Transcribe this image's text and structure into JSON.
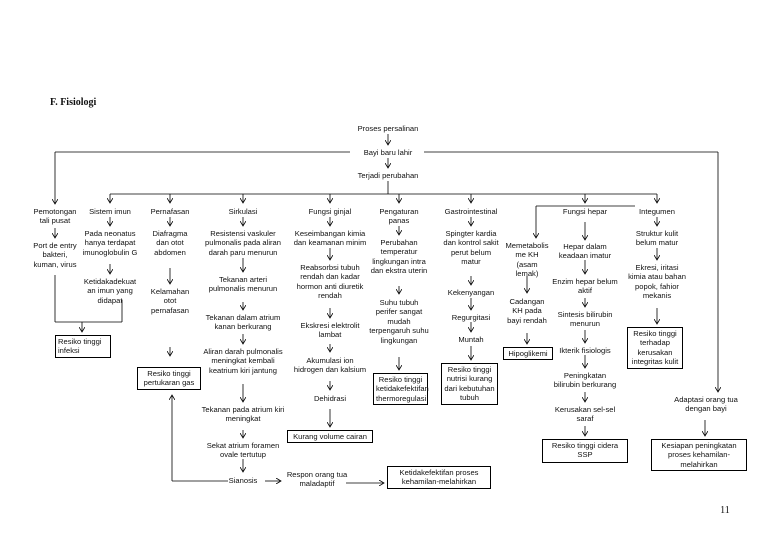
{
  "heading": "F.  Fisiologi",
  "page_number": "11",
  "flow": {
    "proses": "Proses persalinan",
    "bayi_lahir": "Bayi baru lahir",
    "terjadi": "Terjadi perubahan"
  },
  "branch_titles": {
    "tali_pusat": "Pemotongan\ntali pusat",
    "imun": "Sistem imun",
    "pernafasan": "Pernafasan",
    "sirkulasi": "Sirkulasi",
    "ginjal": "Fungsi ginjal",
    "suhu": "Pengaturan\npanas",
    "gastro": "Gastrointestinal",
    "hepar": "Fungsi hepar",
    "integumen": "Integumen"
  },
  "branch_steps": {
    "tali_pusat": [
      "Port de entry\nbakteri,\nkuman, virus"
    ],
    "imun": [
      "Pada neonatus\nhanya terdapat\nimunoglobulin G",
      "Ketidakadekuat\nan imun yang\ndidapat"
    ],
    "pernafasan": [
      "Diafragma\ndan otot\nabdomen",
      "Kelamahan\notot\npernafasan"
    ],
    "sirkulasi": [
      "Resistensi vaskuler\npulmonalis pada aliran\ndarah paru menurun",
      "Tekanan arteri\npulmonalis menurun",
      "Tekanan dalam atrium\nkanan berkurang",
      "Aliran darah pulmonalis\nmeningkat kembali\nkeatrium kiri jantung",
      "Tekanan pada atrium kiri\nmeningkat",
      "Sekat atrium foramen\novale tertutup",
      "Sianosis"
    ],
    "ginjal": [
      "Keseimbangan kimia\ndan keamanan minim",
      "Reabsorbsi tubuh\nrendah dan kadar\nhormon anti diuretik\nrendah",
      "Ekskresi elektrolit\nlambat",
      "Akumulasi ion\nhidrogen dan kalsium",
      "Dehidrasi"
    ],
    "suhu": [
      "Perubahan\ntemperatur\nlingkungan intra\ndan ekstra uterin",
      "Suhu tubuh\nperifer sangat\nmudah\nterpengaruh suhu\nlingkungan"
    ],
    "gastro": [
      "Spingter kardia\ndan kontrol sakit\nperut belum\nmatur",
      "Kekenyangan",
      "Regurgitasi",
      "Muntah"
    ],
    "hepar": [
      "Memetabolis\nme KH\n(asam\nlemak)",
      "Cadangan\nKH pada\nbayi rendah",
      "Hepar dalam\nkeadaan imatur",
      "Enzim hepar belum\naktif",
      "Sintesis bilirubin\nmenurun",
      "Ikterik fisiologis",
      "Peningkatan\nbilirubin berkurang",
      "Kerusakan sel-sel\nsaraf"
    ],
    "integumen": [
      "Struktur kulit\nbelum matur",
      "Ekresi, iritasi\nkimia atau bahan\npopok, fahior\nmekanis"
    ]
  },
  "adaptasi": "Adaptasi orang tua\ndengan bayi",
  "respon": "Respon orang tua\nmaladaptif",
  "diagnoses": {
    "infeksi": "Resiko tinggi\ninfeksi",
    "gas": "Resiko tinggi\npertukaran gas",
    "cairan": "Kurang volume cairan",
    "termoregulasi": "Resiko tinggi\nketidakefektifan\nthermoregulasi",
    "nutrisi": "Resiko tinggi\nnutrisi kurang\ndari kebutuhan\ntubuh",
    "hipoglikemi": "Hipoglikemi",
    "cidera": "Resiko tinggi cidera\nSSP",
    "kulit": "Resiko tinggi\nterhadap\nkerusakan\nintegritas kulit",
    "kesiapan": "Kesiapan peningkatan\nproses kehamilan-\nmelahirkan",
    "proses": "Ketidakefektifan proses\nkehamilan-melahirkan"
  }
}
